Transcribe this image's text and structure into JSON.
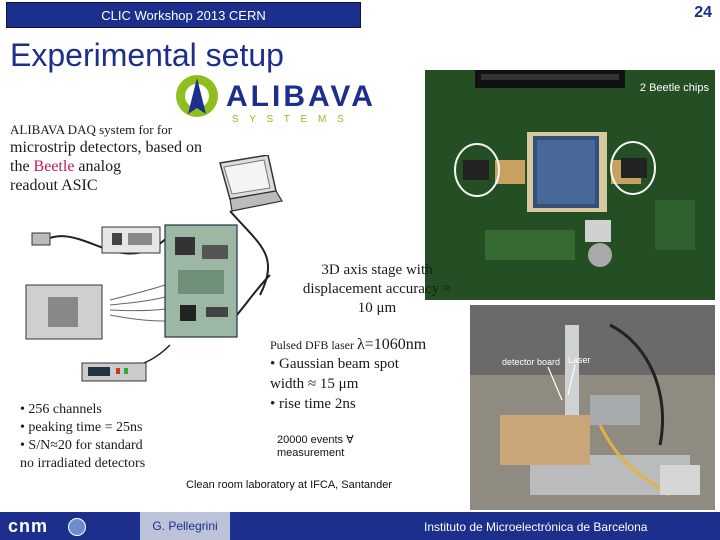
{
  "header": {
    "conference": "CLIC Workshop 2013 CERN",
    "page_number": "24"
  },
  "title": "Experimental setup",
  "logo": {
    "name": "ALIBAVA",
    "sub": "S Y S T E M S",
    "color": "#1c2f8c",
    "accent": "#8fbf1f"
  },
  "intro": {
    "line1": "ALIBAVA DAQ system for for",
    "line2": "microstrip detectors, based on",
    "line3_pre": "the ",
    "line3_beetle": "Beetle",
    "line3_post": " analog",
    "line4": "readout ASIC"
  },
  "photo_board": {
    "label": "2 Beetle chips"
  },
  "stage": {
    "line1": "3D axis stage with",
    "line2": "displacement accuracy ≈",
    "line3": "10 μm"
  },
  "laser": {
    "line1_small": "Pulsed DFB laser ",
    "line1_big": "λ=1060nm",
    "line2": "• Gaussian beam spot",
    "line3": "width ≈ 15 μm",
    "line4": "• rise time 2ns"
  },
  "events": {
    "line1": "20000 events ∀",
    "line2": "measurement"
  },
  "channels": {
    "line1": "• 256 channels",
    "line2": "•  peaking time = 25ns",
    "line3": "• S/N≈20 for standard",
    "line4": "no irradiated detectors"
  },
  "photo_lab": {
    "detector_label": "detector board",
    "laser_label": "Laser"
  },
  "caption": "Clean room laboratory at IFCA, Santander",
  "footer": {
    "logo": "cnm",
    "presenter": "G. Pellegrini",
    "institute": "Instituto de Microelectrónica de Barcelona"
  }
}
